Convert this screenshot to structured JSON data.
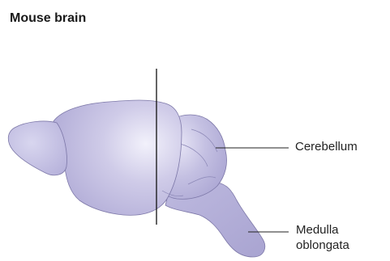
{
  "title": "Mouse brain",
  "labels": {
    "cerebellum": "Cerebellum",
    "medulla_line1": "Medulla",
    "medulla_line2": "oblongata"
  },
  "colors": {
    "brain_fill": "#b9b5dc",
    "brain_highlight": "#ebeaf8",
    "brain_outline": "#6f6a9a",
    "line": "#111111"
  }
}
